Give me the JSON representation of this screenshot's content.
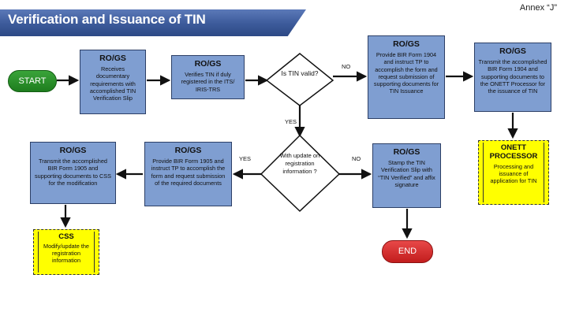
{
  "annex": "Annex “J”",
  "title": "Verification and Issuance of TIN",
  "start": "START",
  "end": "END",
  "boxes": {
    "b1": {
      "header": "RO/GS",
      "body": "Receives documentary requirements with accomplished TIN Verification Slip"
    },
    "b2": {
      "header": "RO/GS",
      "body": "Verifies TIN if duly registered in the ITS/ IRIS-TRS"
    },
    "b3": {
      "header": "RO/GS",
      "body": "Provide BIR Form 1904 and instruct TP to accomplish the form and request submission of supporting documents for TIN Issuance"
    },
    "b4": {
      "header": "RO/GS",
      "body": "Transmit the accomplished BIR Form 1904 and supporting documents to the ONETT Processor for the issuance of TIN"
    },
    "b5": {
      "header": "RO/GS",
      "body": "Stamp the TIN Verification Slip with “TIN Verified” and affix signature"
    },
    "b6": {
      "header": "RO/GS",
      "body": "Provide BIR Form 1905 and instruct TP to accomplish the form and request submission of the required documents"
    },
    "b7": {
      "header": "RO/GS",
      "body": "Transmit the accomplished BIR Form 1905 and supporting documents to CSS for the modification"
    }
  },
  "yellow": {
    "onett": {
      "header": "ONETT PROCESSOR",
      "body": "Processing and issuance of application for TIN"
    },
    "css": {
      "header": "CSS",
      "body": "Modify/update the registration information"
    }
  },
  "decisions": {
    "d1": "Is TIN valid?",
    "d2": "With update on registration information ?"
  },
  "labels": {
    "no1": "NO",
    "yes1": "YES",
    "yes2": "YES",
    "no2": "NO"
  }
}
